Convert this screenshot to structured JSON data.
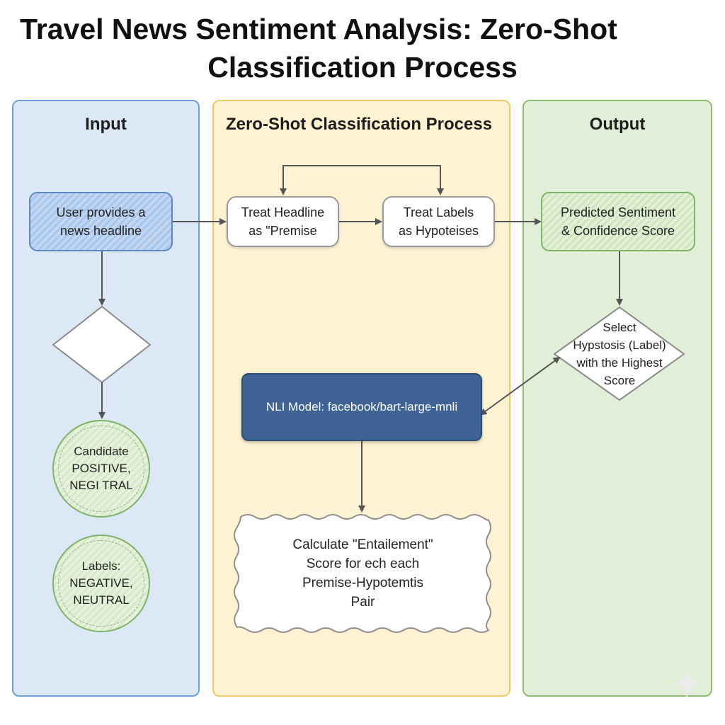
{
  "title": {
    "line1": "Travel News Sentiment Analysis: Zero-Shot",
    "line2": "Classification Process"
  },
  "lanes": {
    "input": "Input",
    "process": "Zero-Shot Classification Process",
    "output": "Output"
  },
  "nodes": {
    "user_headline_l1": "User provides a",
    "user_headline_l2": "news headline",
    "candidate_l1": "Candidate",
    "candidate_l2": "POSITIVE,",
    "candidate_l3": "NEGI TRAL",
    "labels_l1": "Labels:",
    "labels_l2": "NEGATIVE,",
    "labels_l3": "NEUTRAL",
    "premise_l1": "Treat Headline",
    "premise_l2": "as \"Premise",
    "hypotheses_l1": "Treat Labels",
    "hypotheses_l2": "as Hypoteises",
    "nli_model": "NLI Model: facebook/bart-large-mnli",
    "entail_l1": "Calculate \"Entailement\"",
    "entail_l2": "Score for ech each",
    "entail_l3": "Premise-Hypotemtis",
    "entail_l4": "Pair",
    "predicted_l1": "Predicted Sentiment",
    "predicted_l2": "& Confidence Score",
    "select_l1": "Select",
    "select_l2": "Hypstosis (Label)",
    "select_l3": "with the Highest",
    "select_l4": "Score"
  },
  "colors": {
    "input_lane": "#dce8f6",
    "process_lane": "#fdf3d2",
    "output_lane": "#e2efd8",
    "nli_box": "#3e6394",
    "arrow": "#555555"
  }
}
